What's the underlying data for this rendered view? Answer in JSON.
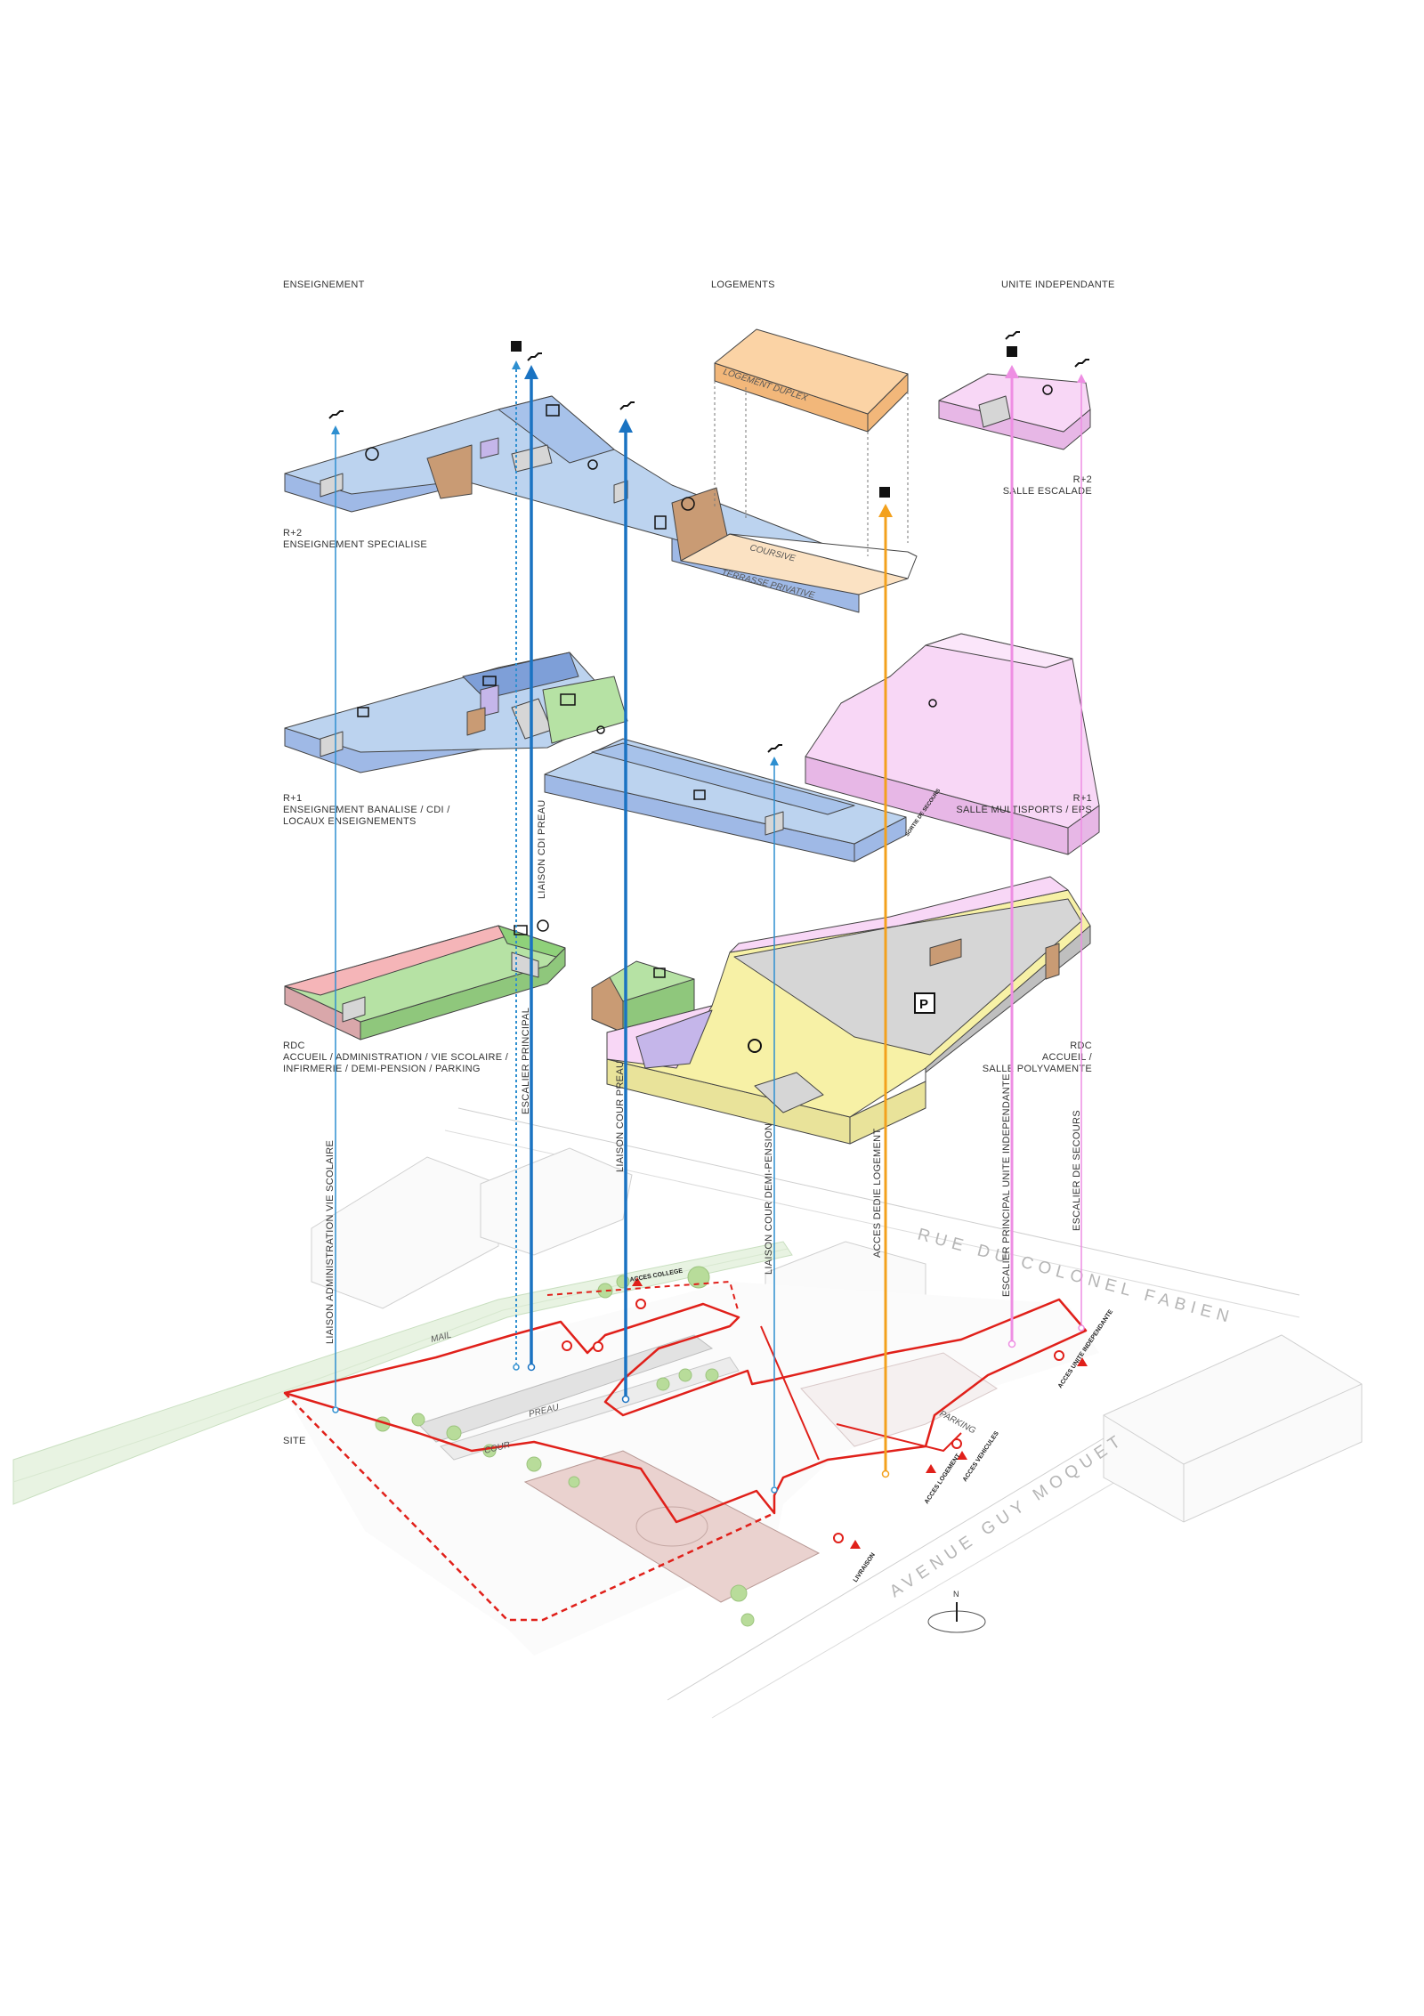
{
  "columns": {
    "enseignement": "ENSEIGNEMENT",
    "logements": "LOGEMENTS",
    "unite": "UNITE INDEPENDANTE"
  },
  "levels": {
    "r2_left": [
      "R+2",
      "ENSEIGNEMENT SPECIALISE"
    ],
    "r2_right": [
      "R+2",
      "SALLE ESCALADE"
    ],
    "r1_left": [
      "R+1",
      "ENSEIGNEMENT BANALISE / CDI /",
      "LOCAUX ENSEIGNEMENTS"
    ],
    "r1_right": [
      "R+1",
      "SALLE MULTISPORTS / EPS"
    ],
    "rdc_left": [
      "RDC",
      "ACCUEIL / ADMINISTRATION / VIE SCOLAIRE /",
      "INFIRMERIE / DEMI-PENSION / PARKING"
    ],
    "rdc_right": [
      "RDC",
      "ACCUEIL /",
      "SALLE POLYVAMENTE"
    ],
    "site": "SITE"
  },
  "plan_labels": {
    "duplex": "LOGEMENT DUPLEX",
    "coursive": "COURSIVE",
    "terrasse": "TERRASSE PRIVATIVE",
    "mail": "MAIL",
    "preau": "PREAU",
    "cour": "COUR",
    "parking": "PARKING",
    "sortie": "SORTIE DE SECOURS"
  },
  "links": [
    {
      "label": "LIAISON ADMINISTRATION VIE SCOLAIRE",
      "color": "#2e8fd0"
    },
    {
      "label": "ESCALIER PRINCIPAL",
      "color": "#1a73c2"
    },
    {
      "label": "LIAISON CDI PREAU",
      "color": "#1a73c2"
    },
    {
      "label": "LIAISON COUR PREAU",
      "color": "#1a73c2"
    },
    {
      "label": "LIAISON COUR DEMI-PENSION",
      "color": "#2e8fd0"
    },
    {
      "label": "ACCES DEDIE LOGEMENT",
      "color": "#f3a11d"
    },
    {
      "label": "ESCALIER PRINCIPAL UNITE INDEPENDANTE",
      "color": "#ee8ee3"
    },
    {
      "label": "ESCALIER DE SECOURS",
      "color": "#ee8ee3"
    }
  ],
  "roads": {
    "rue": "RUE DU COLONEL FABIEN",
    "avenue": "AVENUE GUY MOQUET"
  },
  "access": {
    "college": "ACCES COLLEGE",
    "unite": "ACCES UNITE INDEPENDANTE",
    "vehicules": "ACCES VEHICULES",
    "logement": "ACCES LOGEMENT",
    "livraison": "LIVRAISON"
  },
  "north": "N",
  "icons": {
    "parking": "P"
  },
  "colors": {
    "blue_zone": "#bcd3ef",
    "green_zone": "#b6e2a4",
    "red_zone": "#f5b5b8",
    "yellow_zone": "#f7f1a6",
    "pink_zone": "#f8d7f6",
    "grey_zone": "#d6d6d6",
    "orange_zone": "#fbd3a5",
    "purple_zone": "#c5b6ea",
    "stair": "#c99b74",
    "site_red": "#e0201a"
  }
}
